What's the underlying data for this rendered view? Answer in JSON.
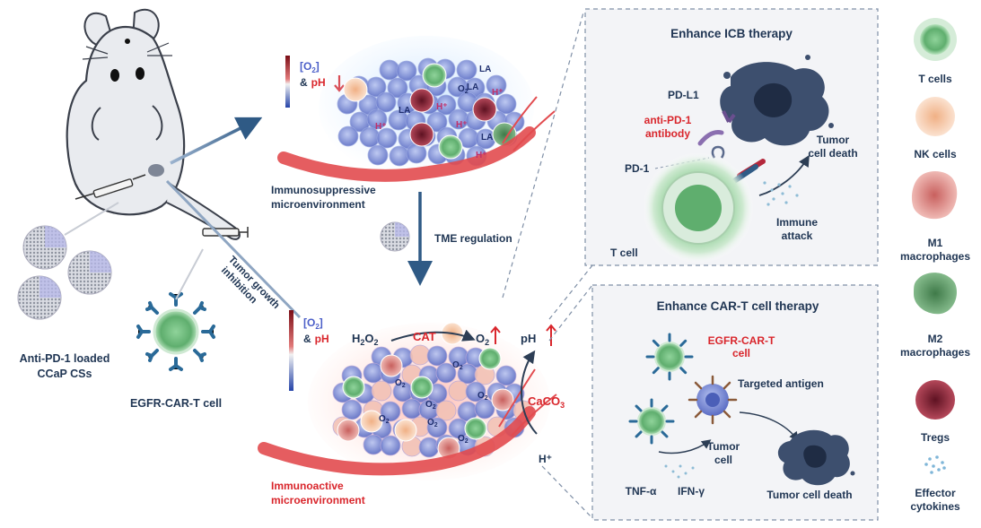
{
  "mouse": {
    "particles_label_1": "Anti-PD-1 loaded",
    "particles_label_2": "CCaP CSs",
    "cart_label": "EGFR-CAR-T cell",
    "inhibition_label_1": "Tumor growth",
    "inhibition_label_2": "inhibition"
  },
  "top_tumor": {
    "gradient_o2": "[O",
    "gradient_o2_sub": "2",
    "gradient_o2_end": "]",
    "gradient_and": "&",
    "gradient_ph": "pH",
    "caption_1": "Immunosuppressive",
    "caption_2": "microenvironment",
    "marks": [
      "LA",
      "LA",
      "LA",
      "LA",
      "O",
      "H⁺",
      "H⁺",
      "H⁺",
      "H⁺",
      "H⁺"
    ]
  },
  "regulation": {
    "label": "TME regulation"
  },
  "bottom_tumor": {
    "gradient_o2": "[O",
    "gradient_o2_sub": "2",
    "gradient_o2_end": "]",
    "gradient_and": "&",
    "gradient_ph": "pH",
    "h2o2_a": "H",
    "h2o2_sub1": "2",
    "h2o2_b": "O",
    "h2o2_sub2": "2",
    "cat": "CAT",
    "o2": "O",
    "o2_sub": "2",
    "ph": "pH",
    "caco3": "CaCO",
    "caco3_sub": "3",
    "hplus": "H⁺",
    "caption_1": "Immunoactive",
    "caption_2": "microenvironment",
    "o2_marks": [
      "O",
      "O",
      "O",
      "O",
      "O",
      "O",
      "O"
    ]
  },
  "icb_panel": {
    "title": "Enhance ICB therapy",
    "pdl1": "PD-L1",
    "antibody_1": "anti-PD-1",
    "antibody_2": "antibody",
    "pd1": "PD-1",
    "tcell": "T cell",
    "tumor_death_1": "Tumor",
    "tumor_death_2": "cell death",
    "immune_1": "Immune",
    "immune_2": "attack"
  },
  "cart_panel": {
    "title": "Enhance CAR-T cell therapy",
    "egfr_1": "EGFR-CAR-T",
    "egfr_2": "cell",
    "antigen": "Targeted antigen",
    "tumor_cell_1": "Tumor",
    "tumor_cell_2": "cell",
    "tnf": "TNF-α",
    "ifn": "IFN-γ",
    "tumor_death": "Tumor cell death"
  },
  "legend": {
    "items": [
      {
        "label_1": "T cells",
        "label_2": ""
      },
      {
        "label_1": "NK cells",
        "label_2": ""
      },
      {
        "label_1": "M1",
        "label_2": "macrophages"
      },
      {
        "label_1": "M2",
        "label_2": "macrophages"
      },
      {
        "label_1": "Tregs",
        "label_2": ""
      },
      {
        "label_1": "Effector",
        "label_2": "cytokines"
      }
    ]
  },
  "colors": {
    "navy_text": "#1f3553",
    "red_text": "#d9262c",
    "tcell_green": "#5fae6e",
    "nk_peach": "#f3c2a0",
    "m1_rose": "#d98a88",
    "m2_green": "#4e8a58",
    "treg_maroon": "#8a2333",
    "tumor_blue": "#3d4f6e",
    "vessel_red": "#e24b4f"
  }
}
